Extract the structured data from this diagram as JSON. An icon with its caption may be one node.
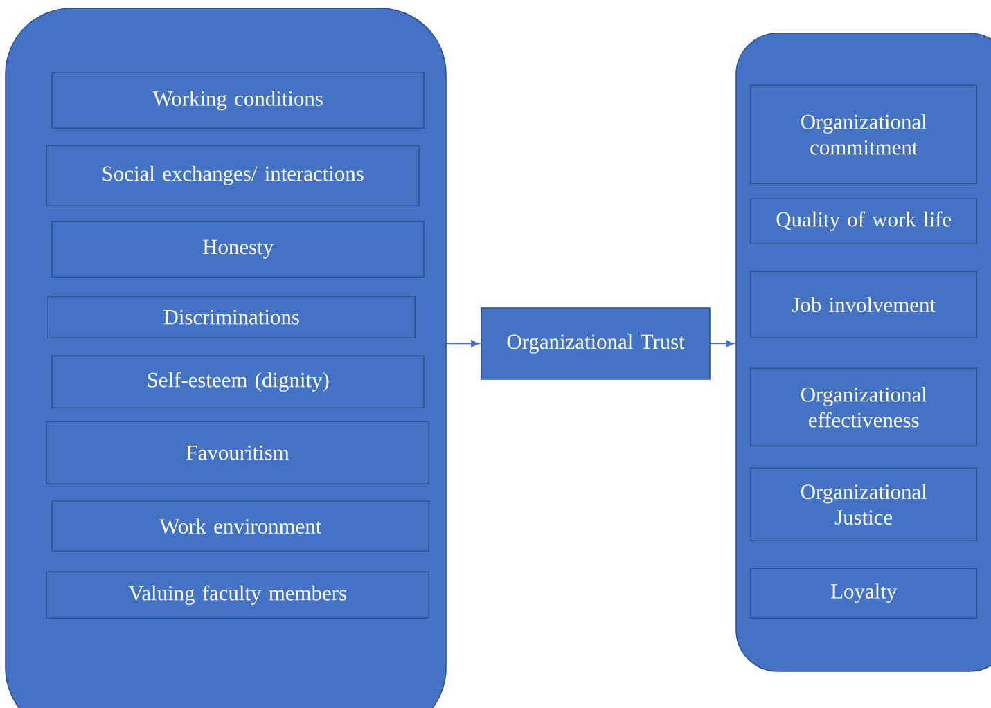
{
  "diagram": {
    "nodes": [
      {
        "text": [],
        "shape": "box"
      },
      {
        "text": [
          "Working conditions"
        ],
        "in": 0
      },
      {
        "text": [
          "Social exchanges/ interactions"
        ],
        "in": 0
      },
      {
        "text": [
          "Honesty"
        ],
        "in": 0
      },
      {
        "text": [
          "Discriminations"
        ],
        "in": 0
      },
      {
        "text": [
          "Self-esteem (dignity)"
        ],
        "in": 0
      },
      {
        "text": [
          "Favouritism"
        ],
        "in": 0
      },
      {
        "text": [
          "Work environment"
        ],
        "in": 0
      },
      {
        "text": [
          "Valuing faculty members"
        ],
        "in": 0
      },
      {
        "text": [
          "Organizational Trust"
        ]
      },
      {
        "text": [],
        "shape": "box"
      },
      {
        "text": [
          "Organizational commitment"
        ],
        "in": 10
      },
      {
        "text": [
          "Quality of work life"
        ],
        "in": 10
      },
      {
        "text": [
          "Job involvement"
        ],
        "in": 10
      },
      {
        "text": [
          "Organizational effectiveness"
        ],
        "in": 10
      },
      {
        "text": [
          "Organizational Justice"
        ],
        "in": 10
      },
      {
        "text": [
          "Loyalty"
        ],
        "in": 10
      }
    ],
    "edges": [
      {
        "from": 0,
        "to": 9,
        "arrow": "to"
      },
      {
        "from": 9,
        "to": 10,
        "arrow": "to"
      }
    ]
  }
}
